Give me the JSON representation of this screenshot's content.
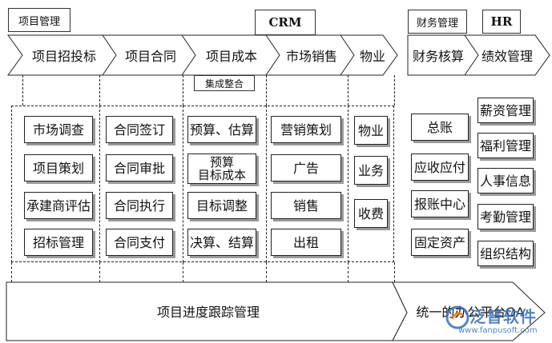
{
  "tags": {
    "project_mgmt": "项目管理",
    "crm": "CRM",
    "finance": "财务管理",
    "hr": "HR"
  },
  "phases": {
    "bidding": "项目招投标",
    "contract": "项目合同",
    "cost": "项目成本",
    "marketing": "市场销售",
    "property": "物业",
    "finance": "财务核算",
    "performance": "绩效管理"
  },
  "integration_label": "集成整合",
  "bidding_items": [
    "市场调查",
    "项目策划",
    "承建商评估",
    "招标管理"
  ],
  "contract_items": [
    "合同签订",
    "合同审批",
    "合同执行",
    "合同支付"
  ],
  "cost_items": [
    "预算、估算",
    "预算\n目标成本",
    "目标调整",
    "决算、结算"
  ],
  "marketing_items": [
    "营销策划",
    "广告",
    "销售",
    "出租"
  ],
  "property_items": [
    "物业",
    "业务",
    "收费"
  ],
  "finance_items": [
    "总账",
    "应收应付",
    "报账中心",
    "固定资产"
  ],
  "hr_items": [
    "薪资管理",
    "福利管理",
    "人事信息",
    "考勤管理",
    "组织结构"
  ],
  "bottom": {
    "tracking": "项目进度跟踪管理",
    "oa": "统一的办公平台OA"
  },
  "watermark": {
    "brand": "泛普软件",
    "url": "www.fanpusoft.com"
  }
}
